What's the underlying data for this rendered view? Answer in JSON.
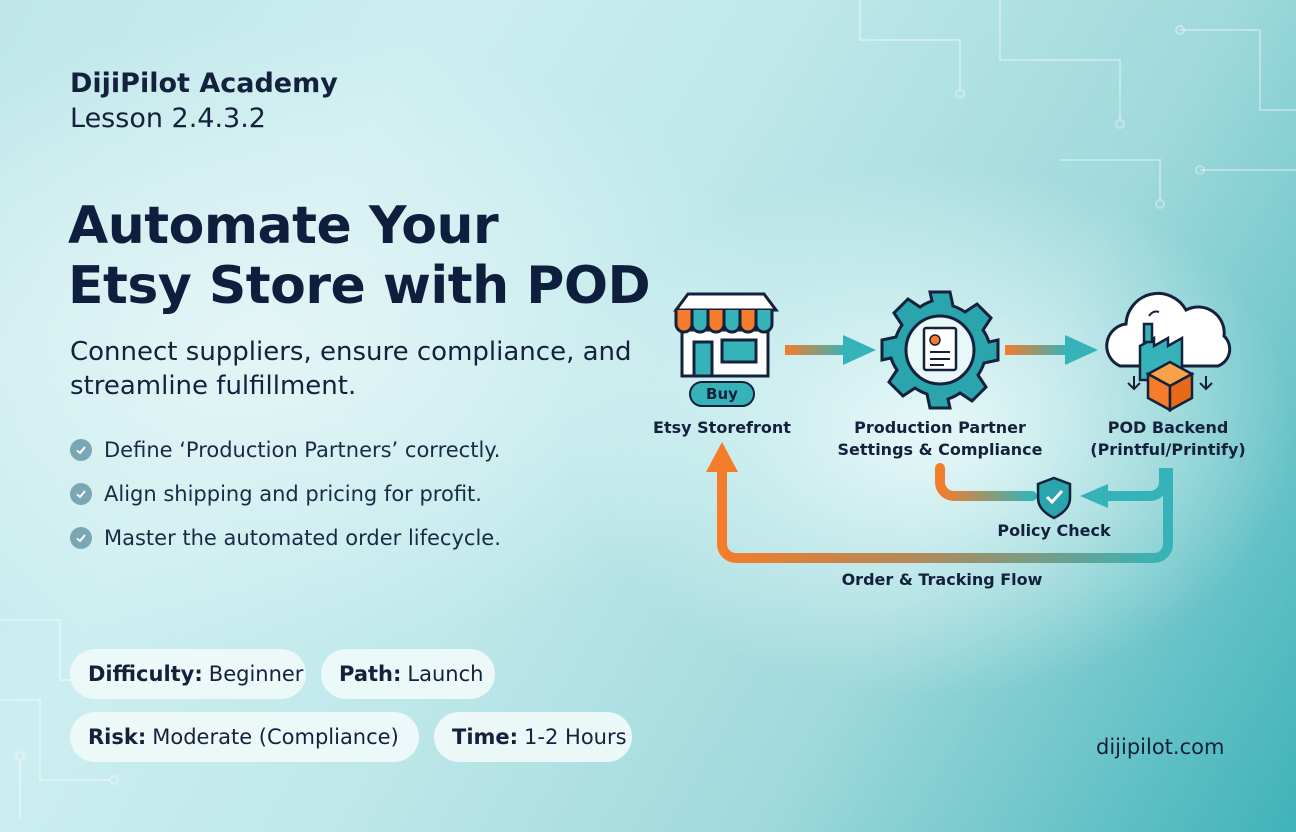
{
  "header": {
    "brand": "DijiPilot Academy",
    "lesson": "Lesson 2.4.3.2"
  },
  "hero": {
    "title_line1": "Automate Your",
    "title_line2": "Etsy Store with POD",
    "subtitle": "Connect suppliers, ensure compliance, and streamline fulfillment."
  },
  "bullets": [
    "Define ‘Production Partners’ correctly.",
    "Align shipping and pricing for profit.",
    "Master the automated order lifecycle."
  ],
  "tags": {
    "difficulty": {
      "label": "Difficulty:",
      "value": "Beginner"
    },
    "path": {
      "label": "Path:",
      "value": "Launch"
    },
    "risk": {
      "label": "Risk:",
      "value": "Moderate (Compliance)"
    },
    "time": {
      "label": "Time:",
      "value": "1-2 Hours"
    }
  },
  "diagram": {
    "storefront": {
      "label": "Etsy Storefront",
      "buy": "Buy"
    },
    "partner": {
      "label_line1": "Production Partner",
      "label_line2": "Settings & Compliance"
    },
    "backend": {
      "label_line1": "POD Backend",
      "label_line2": "(Printful/Printify)"
    },
    "policy": "Policy Check",
    "flow": "Order & Tracking Flow",
    "colors": {
      "orange": "#f47c2a",
      "teal": "#36b3b9",
      "navy": "#14213d"
    }
  },
  "footer": {
    "site": "dijipilot.com"
  }
}
